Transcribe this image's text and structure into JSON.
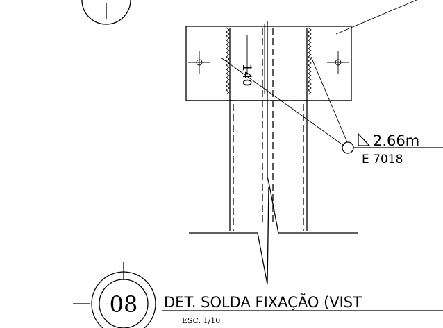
{
  "dimension": "140",
  "weld_callout": {
    "size": "2.66m",
    "electrode": "E 7018"
  },
  "detail": {
    "number": "08",
    "title": "DET. SOLDA FIXAÇÃO (VIST",
    "scale": "ESC. 1/10"
  }
}
